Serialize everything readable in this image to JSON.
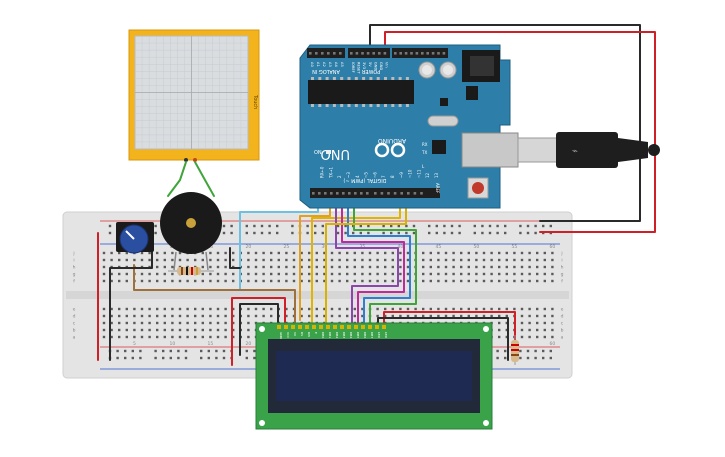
{
  "arduino": {
    "brand": "ARDUINO",
    "model": "UNO",
    "power_header_label": "POWER",
    "analog_header_label": "ANALOG IN",
    "digital_header_label": "DIGITAL (PWM ~)",
    "aref_label": "AREF",
    "on_label": "ON",
    "tx_label": "TX",
    "rx_label": "RX",
    "l_label": "L",
    "power_pins": [
      "IOREF",
      "RESET",
      "3V3",
      "5V",
      "GND",
      "GND",
      "Vin"
    ],
    "analog_pins": [
      "A0",
      "A1",
      "A2",
      "A3",
      "A4",
      "A5"
    ],
    "digital_pins": [
      "13",
      "12",
      "~11",
      "~10",
      "~9",
      "8",
      "7",
      "~6",
      "~5",
      "4",
      "~3",
      "2",
      "TX→1",
      "RX←0"
    ],
    "board_color": "#2d7ea8",
    "header_color": "#1f1f1f"
  },
  "breadboard": {
    "column_labels": [
      "5",
      "10",
      "15",
      "20",
      "25",
      "30",
      "35",
      "40",
      "45",
      "50",
      "55",
      "60"
    ],
    "row_labels_top": [
      "j",
      "i",
      "h",
      "g",
      "f"
    ],
    "row_labels_bottom": [
      "e",
      "d",
      "c",
      "b",
      "a"
    ],
    "color": "#e6e6e6",
    "rail_red": "#d32f2f",
    "rail_blue": "#1e4fd1"
  },
  "lcd": {
    "pins": [
      "GND",
      "VCC",
      "V0",
      "RS",
      "RW",
      "E",
      "DB0",
      "DB1",
      "DB2",
      "DB3",
      "DB4",
      "DB5",
      "DB6",
      "DB7",
      "LED",
      "LED"
    ],
    "pcb_color": "#3aa34a",
    "screen_color": "#1f2a52"
  },
  "touch_sensor": {
    "label": "Touch",
    "frame_color": "#f2b31c"
  },
  "wire_colors": {
    "black": "#2a2a2a",
    "red": "#cf2027",
    "orange": "#e0a020",
    "yellow": "#d9b100",
    "purple": "#8e44ad",
    "magenta": "#c0299a",
    "blue": "#2f7fd1",
    "cyan": "#4aa9d9",
    "green": "#3fa53a",
    "brown": "#8b5a2b"
  },
  "icons": {
    "usb": "usb-connector-icon",
    "reset": "reset-button-icon",
    "buzzer": "piezo-buzzer-icon",
    "pot": "potentiometer-icon",
    "resistor": "resistor-icon"
  }
}
